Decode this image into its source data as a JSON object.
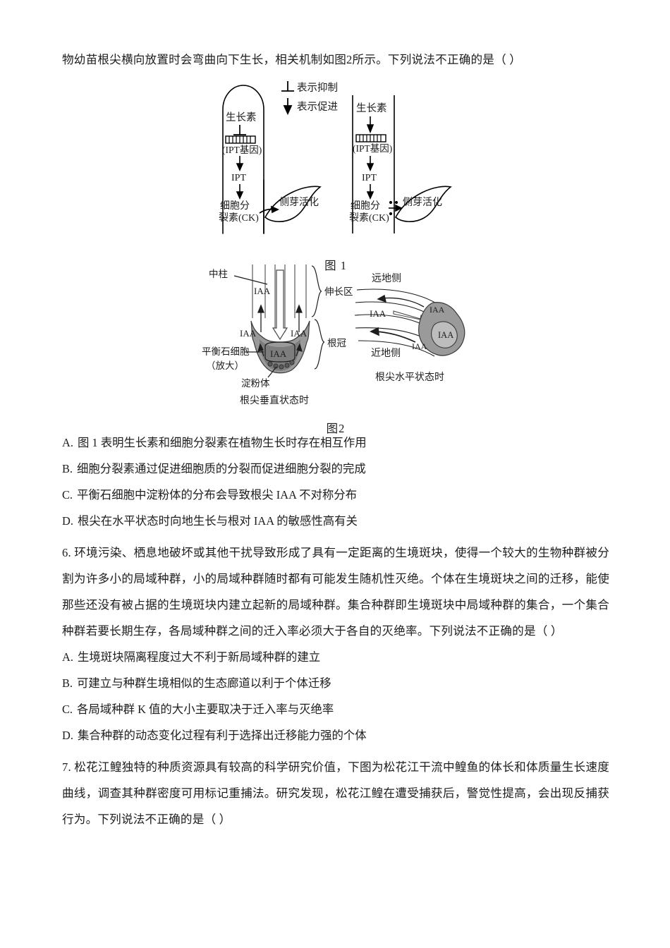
{
  "page": {
    "intro_text": "物幼苗根尖横向放置时会弯曲向下生长，相关机制如图2所示。下列说法不正确的是（      ）"
  },
  "figure1": {
    "caption": "图 1",
    "legend": {
      "inhibit": "表示抑制",
      "promote": "表示促进"
    },
    "left_panel": {
      "auxin": "生长素",
      "gene": "(IPT基因)",
      "ipt": "IPT",
      "ck_line1": "细胞分",
      "ck_line2": "裂素(CK)",
      "bud": "侧芽活化"
    },
    "right_panel": {
      "auxin": "生长素",
      "gene": "(IPT基因)",
      "ipt": "IPT",
      "ck_line1": "细胞分",
      "ck_line2": "裂素(CK)",
      "bud": "侧芽活化"
    }
  },
  "figure2": {
    "caption": "图2",
    "left_panel": {
      "stele": "中柱",
      "iaa_top": "IAA",
      "elongation_zone": "伸长区",
      "iaa_left": "IAA",
      "iaa_right": "IAA",
      "root_cap": "根冠",
      "statocyte_line1": "平衡石细胞",
      "statocyte_line2": "（放大）",
      "iaa_center": "IAA",
      "amyloplast": "淀粉体",
      "state_label": "根尖垂直状态时"
    },
    "right_panel": {
      "far_side": "远地侧",
      "iaa_flow": "IAA",
      "iaa_tip_upper": "IAA",
      "iaa_tip_lower": "IAA",
      "iaa_core": "IAA",
      "near_side": "近地侧",
      "state_label": "根尖水平状态时"
    }
  },
  "question5": {
    "options": [
      {
        "letter": "A.",
        "text": "图 1 表明生长素和细胞分裂素在植物生长时存在相互作用"
      },
      {
        "letter": "B.",
        "text": "细胞分裂素通过促进细胞质的分裂而促进细胞分裂的完成"
      },
      {
        "letter": "C.",
        "text": "平衡石细胞中淀粉体的分布会导致根尖 IAA 不对称分布"
      },
      {
        "letter": "D.",
        "text": "根尖在水平状态时向地生长与根对 IAA 的敏感性高有关"
      }
    ]
  },
  "question6": {
    "stem": "6. 环境污染、栖息地破坏或其他干扰导致形成了具有一定距离的生境斑块，使得一个较大的生物种群被分割为许多小的局域种群，小的局域种群随时都有可能发生随机性灭绝。个体在生境斑块之间的迁移，能使那些还没有被占据的生境斑块内建立起新的局域种群。集合种群即生境斑块中局域种群的集合，一个集合种群若要长期生存，各局域种群之间的迁入率必须大于各自的灭绝率。下列说法不正确的是（      ）",
    "options": [
      {
        "letter": "A.",
        "text": "生境斑块隔离程度过大不利于新局域种群的建立"
      },
      {
        "letter": "B.",
        "text": "可建立与种群生境相似的生态廊道以利于个体迁移"
      },
      {
        "letter": "C.",
        "text": "各局域种群 K 值的大小主要取决于迁入率与灭绝率"
      },
      {
        "letter": "D.",
        "text": "集合种群的动态变化过程有利于选择出迁移能力强的个体"
      }
    ]
  },
  "question7": {
    "stem": "7. 松花江鳇独特的种质资源具有较高的科学研究价值，下图为松花江干流中鳇鱼的体长和体质量生长速度曲线，调查其种群密度可用标记重捕法。研究发现，松花江鳇在遭受捕获后，警觉性提高，会出现反捕获行为。下列说法不正确的是（      ）"
  },
  "colors": {
    "text": "#1d1d1d",
    "ink": "#000000",
    "root_fill": "#9a9a9a",
    "root_fill_dark": "#7d7d7d",
    "background": "#ffffff"
  }
}
